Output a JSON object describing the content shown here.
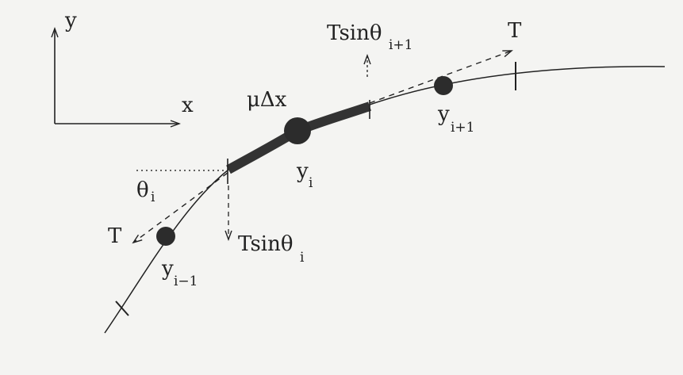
{
  "labels": {
    "y_axis": "y",
    "x_axis": "x",
    "mass_element": "μΔx",
    "tension_right": "T",
    "tension_left": "T",
    "theta_i": "θ",
    "theta_i_sub": "i",
    "force_up_main": "Tsinθ",
    "force_up_sub": "i+1",
    "force_down_main": "Tsinθ",
    "force_down_sub": "i",
    "node_next_main": "y",
    "node_next_sub": "i+1",
    "node_center_main": "y",
    "node_center_sub": "i",
    "node_prev_main": "y",
    "node_prev_sub": "i−1"
  },
  "colors": {
    "ink": "#222222",
    "background": "#f4f4f2"
  }
}
